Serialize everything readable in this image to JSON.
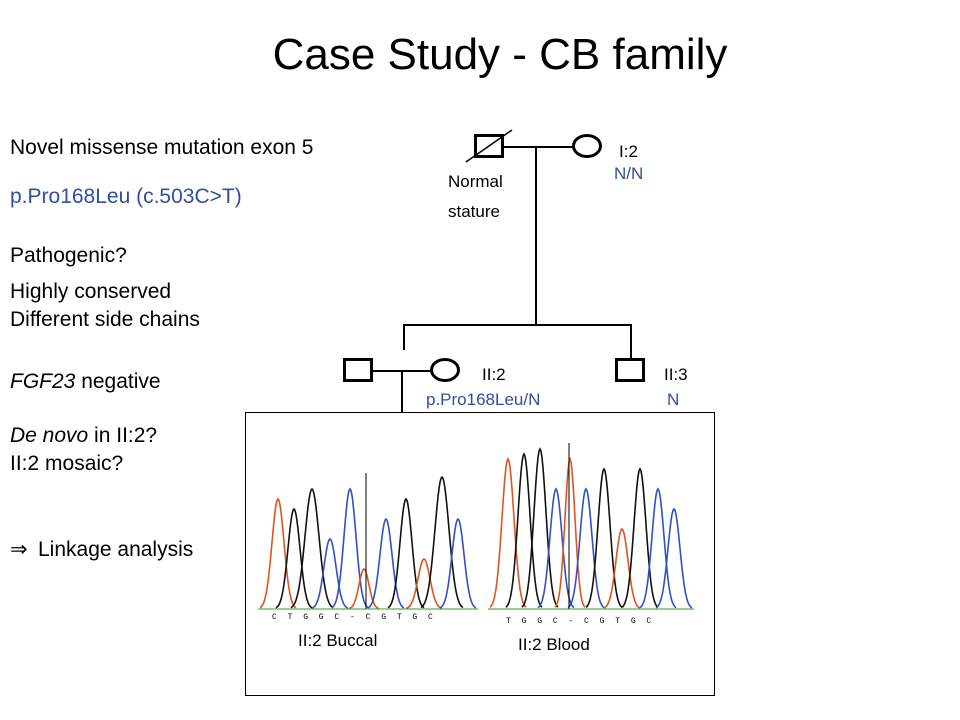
{
  "title": "Case Study - CB family",
  "left_text": {
    "mutation_title": "Novel missense mutation exon 5",
    "mutation_name": "p.Pro168Leu (c.503C>T)",
    "pathogenic_q": "Pathogenic?",
    "conserved": "Highly conserved",
    "side_chains": "Different side chains",
    "fgf23_gene": "FGF23",
    "fgf23_rest": " negative",
    "denovo_italic": "De novo",
    "denovo_rest": " in II:2?",
    "mosaic_q": "II:2 mosaic?",
    "linkage_arrow": "⇒",
    "linkage": "Linkage analysis"
  },
  "pedigree": {
    "i1_note_line1": "Normal",
    "i1_note_line2": "stature",
    "i2_id": "I:2",
    "i2_genotype": "N/N",
    "ii2_id": "II:2",
    "ii2_genotype": "p.Pro168Leu/N",
    "ii3_id": "II:3",
    "ii3_genotype": "N"
  },
  "chromatograms": {
    "buccal_caption": "II:2 Buccal",
    "blood_caption": "II:2 Blood",
    "buccal_bases": "C T G G C - C G T G C",
    "blood_bases": "T G G C - C G T G C"
  },
  "colors": {
    "text_blue": "#2f4f9f",
    "trace_black": "#111111",
    "trace_orange": "#e0541e",
    "trace_blue": "#3050c8",
    "trace_green": "#2fa02f"
  }
}
